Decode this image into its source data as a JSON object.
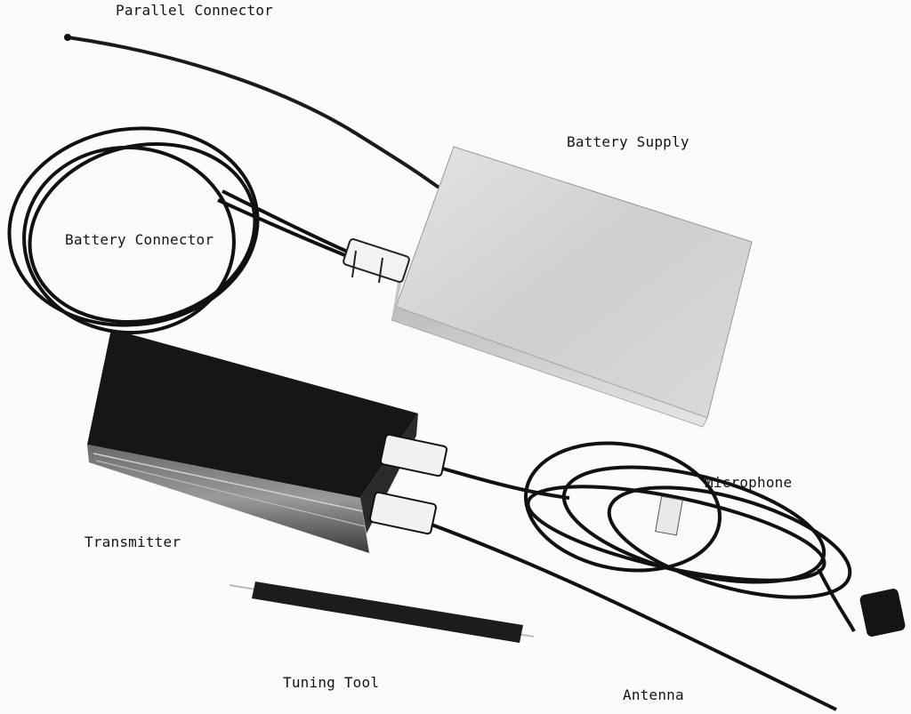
{
  "labels": {
    "parallel_connector": "Parallel Connector",
    "battery_supply": "Battery Supply",
    "battery_connector": "Battery Connector",
    "microphone": "Microphone",
    "transmitter": "Transmitter",
    "tuning_tool": "Tuning Tool",
    "antenna": "Antenna"
  },
  "colors": {
    "ink": "#141414",
    "box_light": "#d6d6d6",
    "transmitter_dark": "#1a1a1a",
    "background": "#fbfbfb"
  }
}
